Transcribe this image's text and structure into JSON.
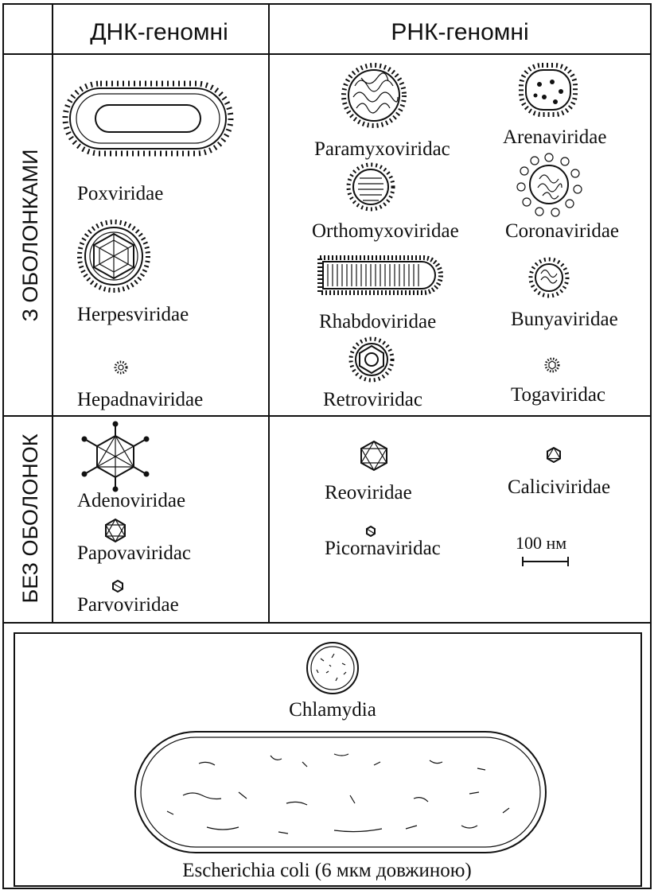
{
  "headers": {
    "dna": "ДНК-геномні",
    "rna": "РНК-геномні"
  },
  "row_labels": {
    "enveloped": "З ОБОЛОНКАМИ",
    "non_enveloped": "БЕЗ ОБОЛОНОК"
  },
  "viruses": {
    "poxviridae": "Poxviridae",
    "herpesviridae": "Herpesviridae",
    "hepadnaviridae": "Hepadnaviridae",
    "paramyxoviridae": "Paramyxoviridac",
    "arenaviridae": "Arenaviridae",
    "orthomyxoviridae": "Orthomyxoviridae",
    "coronaviridae": "Coronaviridae",
    "rhabdoviridae": "Rhabdoviridae",
    "bunyaviridae": "Bunyaviridae",
    "retroviridae": "Retroviridac",
    "togaviridae": "Togaviridac",
    "adenoviridae": "Adenoviridae",
    "papovaviridae": "Papovaviridac",
    "parvoviridae": "Parvoviridae",
    "reoviridae": "Reoviridae",
    "caliciviridae": "Caliciviridae",
    "picornaviridae": "Picornaviridac"
  },
  "scale_bar": {
    "label": "100 нм"
  },
  "bacteria": {
    "chlamydia": "Chlamydia",
    "ecoli": "Escherichia coli  (6 мкм довжиною)"
  }
}
